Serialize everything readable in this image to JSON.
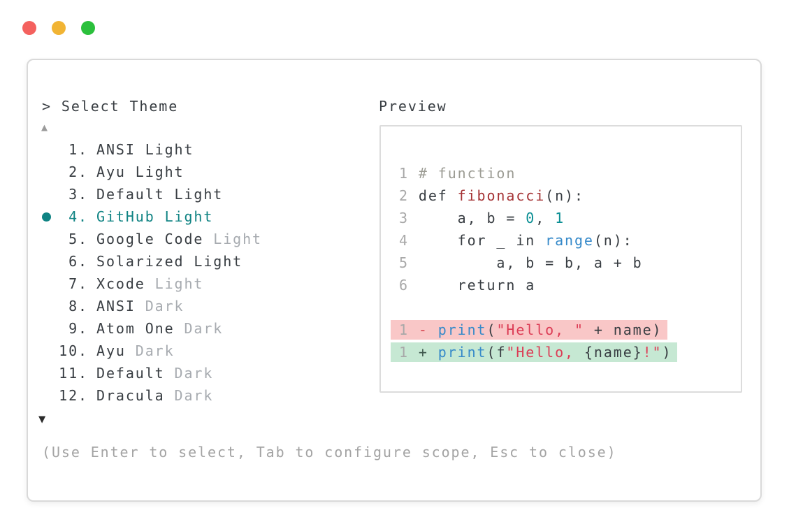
{
  "window": {
    "traffic_lights": [
      {
        "name": "close-button",
        "color": "#f4615e"
      },
      {
        "name": "minimize-button",
        "color": "#f1b434"
      },
      {
        "name": "zoom-button",
        "color": "#2bc03c"
      }
    ]
  },
  "selector": {
    "prompt": "> Select Theme",
    "scroll_up_icon": "▲",
    "scroll_down_icon": "▼",
    "items": [
      {
        "number": "1.",
        "selected": false,
        "parts": [
          {
            "text": "ANSI Light",
            "muted": false
          }
        ]
      },
      {
        "number": "2.",
        "selected": false,
        "parts": [
          {
            "text": "Ayu Light",
            "muted": false
          }
        ]
      },
      {
        "number": "3.",
        "selected": false,
        "parts": [
          {
            "text": "Default Light",
            "muted": false
          }
        ]
      },
      {
        "number": "4.",
        "selected": true,
        "parts": [
          {
            "text": "GitHub Light",
            "muted": false
          }
        ]
      },
      {
        "number": "5.",
        "selected": false,
        "parts": [
          {
            "text": "Google Code ",
            "muted": false
          },
          {
            "text": "Light",
            "muted": true
          }
        ]
      },
      {
        "number": "6.",
        "selected": false,
        "parts": [
          {
            "text": "Solarized Light",
            "muted": false
          }
        ]
      },
      {
        "number": "7.",
        "selected": false,
        "parts": [
          {
            "text": "Xcode ",
            "muted": false
          },
          {
            "text": "Light",
            "muted": true
          }
        ]
      },
      {
        "number": "8.",
        "selected": false,
        "parts": [
          {
            "text": "ANSI ",
            "muted": false
          },
          {
            "text": "Dark",
            "muted": true
          }
        ]
      },
      {
        "number": "9.",
        "selected": false,
        "parts": [
          {
            "text": "Atom One ",
            "muted": false
          },
          {
            "text": "Dark",
            "muted": true
          }
        ]
      },
      {
        "number": "10.",
        "selected": false,
        "parts": [
          {
            "text": "Ayu ",
            "muted": false
          },
          {
            "text": "Dark",
            "muted": true
          }
        ]
      },
      {
        "number": "11.",
        "selected": false,
        "parts": [
          {
            "text": "Default ",
            "muted": false
          },
          {
            "text": "Dark",
            "muted": true
          }
        ]
      },
      {
        "number": "12.",
        "selected": false,
        "parts": [
          {
            "text": "Dracula ",
            "muted": false
          },
          {
            "text": "Dark",
            "muted": true
          }
        ]
      }
    ],
    "hint": "(Use Enter to select, Tab to configure scope, Esc to close)"
  },
  "preview": {
    "title": "Preview",
    "code_lines": [
      {
        "num": "1",
        "tokens": [
          [
            "comment",
            "# function"
          ]
        ]
      },
      {
        "num": "2",
        "tokens": [
          [
            "plain",
            "def "
          ],
          [
            "func",
            "fibonacci"
          ],
          [
            "plain",
            "(n):"
          ]
        ]
      },
      {
        "num": "3",
        "tokens": [
          [
            "plain",
            "    a, b = "
          ],
          [
            "number",
            "0"
          ],
          [
            "plain",
            ", "
          ],
          [
            "number",
            "1"
          ]
        ]
      },
      {
        "num": "4",
        "tokens": [
          [
            "plain",
            "    for _ in "
          ],
          [
            "builtin",
            "range"
          ],
          [
            "plain",
            "(n):"
          ]
        ]
      },
      {
        "num": "5",
        "tokens": [
          [
            "plain",
            "        a, b = b, a + b"
          ]
        ]
      },
      {
        "num": "6",
        "tokens": [
          [
            "plain",
            "    return a"
          ]
        ]
      }
    ],
    "diff_lines": [
      {
        "num": "1",
        "type": "removed",
        "tokens": [
          [
            "minus",
            "- "
          ],
          [
            "builtin",
            "print"
          ],
          [
            "plain",
            "("
          ],
          [
            "string",
            "\"Hello, \""
          ],
          [
            "plain",
            " + name)"
          ]
        ]
      },
      {
        "num": "1",
        "type": "added",
        "tokens": [
          [
            "plus",
            "+ "
          ],
          [
            "builtin",
            "print"
          ],
          [
            "plain",
            "(f"
          ],
          [
            "string",
            "\"Hello, "
          ],
          [
            "plain",
            "{name}"
          ],
          [
            "string",
            "!\""
          ],
          [
            "plain",
            ")"
          ]
        ]
      }
    ]
  },
  "colors": {
    "selection_teal": "#0f8383",
    "diff_removed_bg": "#f9c7c7",
    "diff_added_bg": "#c6e8d3",
    "traffic_red": "#f4615e",
    "traffic_yellow": "#f1b434",
    "traffic_green": "#2bc03c"
  }
}
